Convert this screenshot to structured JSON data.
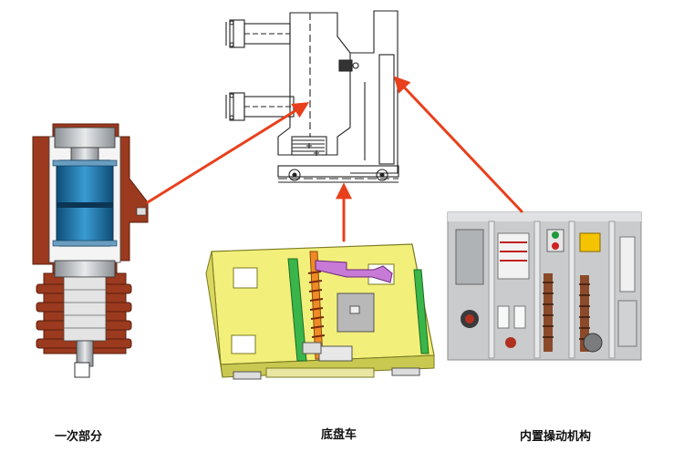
{
  "captions": {
    "primary_part": "一次部分",
    "chassis_truck": "底盘车",
    "internal_mechanism": "内置操动机构"
  },
  "colors": {
    "arrow": "#e8401c",
    "insulator_brown": "#9b3a1e",
    "vacuum_chamber_blue": "#1b73a8",
    "chassis_yellow": "#f2f07a",
    "chassis_green": "#39b54a",
    "mechanism_panel_gray": "#c9cbcc",
    "drawing_line": "#222222"
  },
  "icons": [
    "circuit-breaker-elevation-drawing",
    "pole-assembly-cutaway",
    "chassis-truck-3d-model",
    "operating-mechanism-photo"
  ]
}
